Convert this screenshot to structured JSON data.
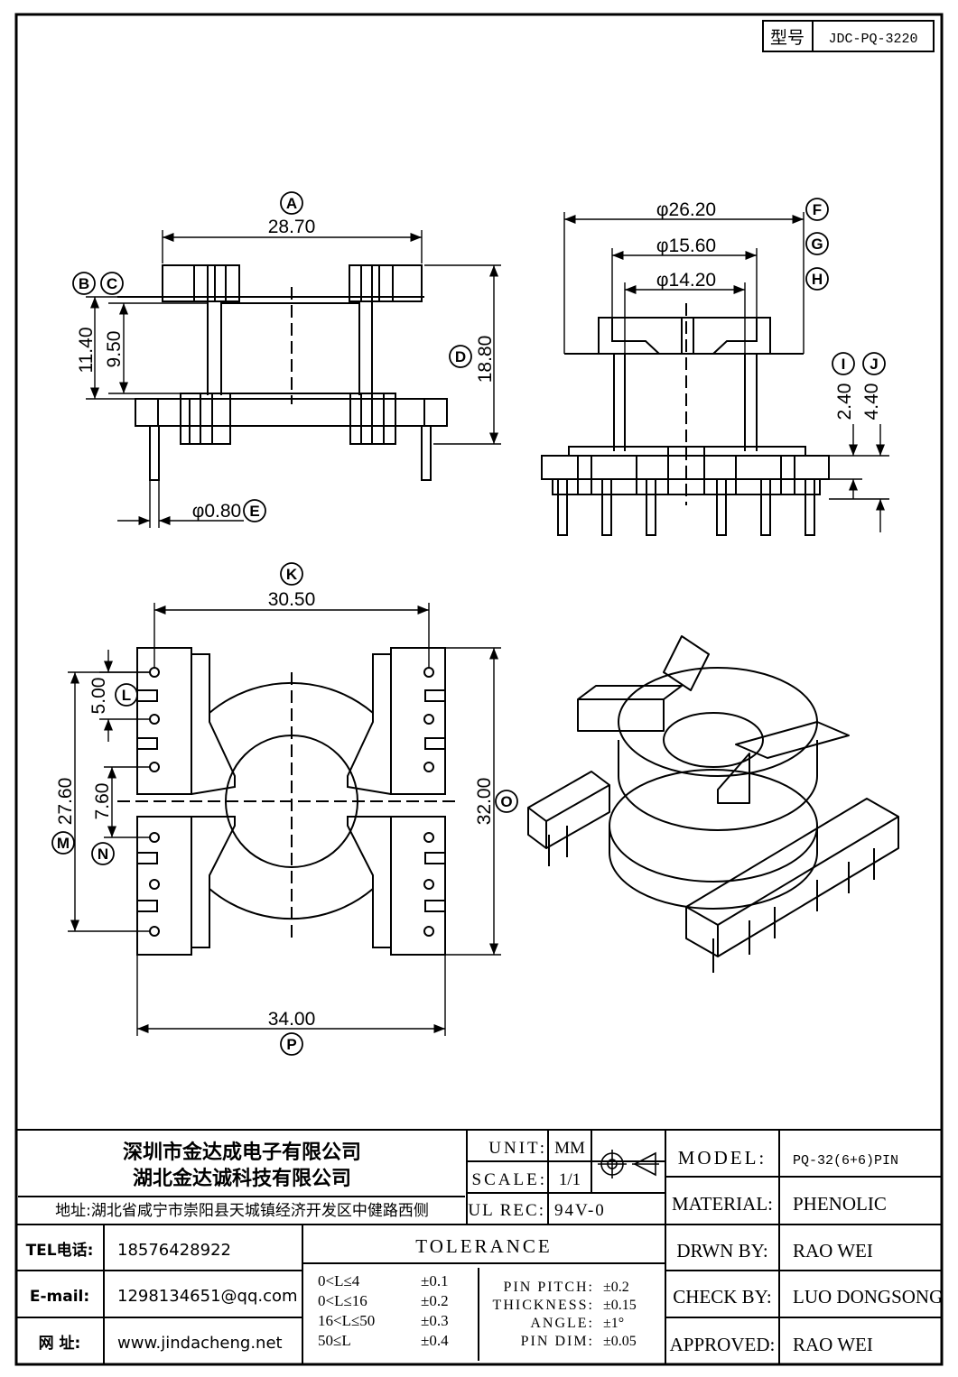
{
  "model_box": {
    "label": "型号",
    "value": "JDC-PQ-3220"
  },
  "dimensions": {
    "A": "28.70",
    "B_label": "11.40",
    "C_label": "9.50",
    "D": "18.80",
    "E": "φ0.80",
    "F": "φ26.20",
    "G": "φ15.60",
    "H": "φ14.20",
    "I": "2.40",
    "J": "4.40",
    "K": "30.50",
    "L": "5.00",
    "N": "7.60",
    "M": "27.60",
    "O": "32.00",
    "P": "34.00"
  },
  "callouts": [
    "A",
    "B",
    "C",
    "D",
    "E",
    "F",
    "G",
    "H",
    "I",
    "J",
    "K",
    "L",
    "M",
    "N",
    "O",
    "P"
  ],
  "company": {
    "name1": "深圳市金达成电子有限公司",
    "name2": "湖北金达诚科技有限公司",
    "address": "地址:湖北省咸宁市崇阳县天城镇经济开发区中健路西侧"
  },
  "contact": [
    {
      "label": "TEL电话:",
      "value": "18576428922"
    },
    {
      "label": "E-mail:",
      "value": "1298134651@qq.com"
    },
    {
      "label": "网    址:",
      "value": "www.jindacheng.net"
    }
  ],
  "units": {
    "unit_label": "UNIT:",
    "unit_value": "MM",
    "scale_label": "SCALE:",
    "scale_value": "1/1",
    "ul_label": "UL REC:",
    "ul_value": "94V-0"
  },
  "tolerance": {
    "title": "TOLERANCE",
    "rows": [
      {
        "range": "0<L≤4",
        "tol": "±0.1"
      },
      {
        "range": "0<L≤16",
        "tol": "±0.2"
      },
      {
        "range": "16<L≤50",
        "tol": "±0.3"
      },
      {
        "range": "50≤L",
        "tol": "±0.4"
      }
    ],
    "extra": [
      {
        "label": "PIN PITCH:",
        "value": "±0.2"
      },
      {
        "label": "THICKNESS:",
        "value": "±0.15"
      },
      {
        "label": "ANGLE:",
        "value": "±1°"
      },
      {
        "label": "PIN DIM:",
        "value": "±0.05"
      }
    ]
  },
  "info": [
    {
      "label": "MODEL:",
      "value": "PQ-32(6+6)PIN"
    },
    {
      "label": "MATERIAL:",
      "value": "PHENOLIC"
    },
    {
      "label": "DRWN BY:",
      "value": "RAO WEI"
    },
    {
      "label": "CHECK BY:",
      "value": "LUO DONGSONG"
    },
    {
      "label": "APPROVED:",
      "value": "RAO WEI"
    }
  ]
}
